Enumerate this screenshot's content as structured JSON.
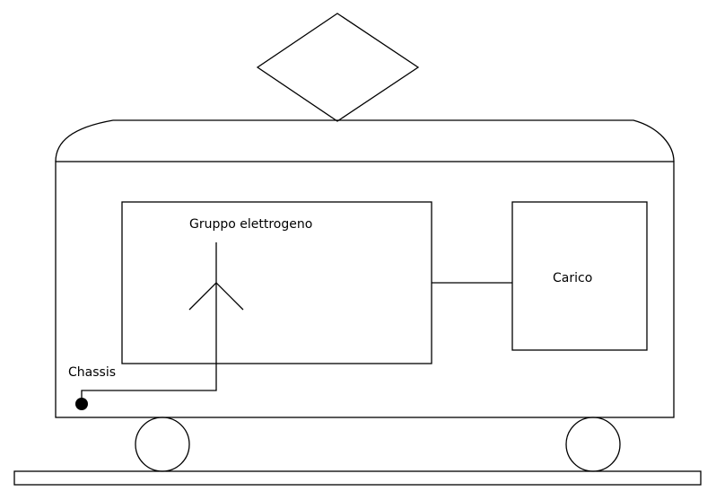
{
  "labels": {
    "generator": "Gruppo elettrogeno",
    "load": "Carico",
    "chassis": "Chassis"
  },
  "colors": {
    "stroke": "#000000",
    "background": "#ffffff"
  }
}
